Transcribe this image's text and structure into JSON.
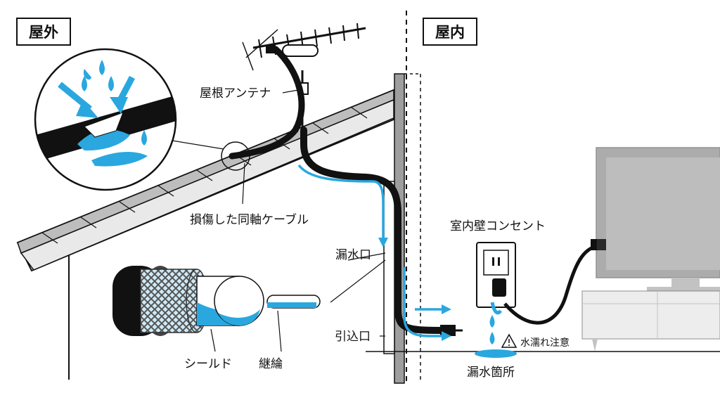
{
  "labels": {
    "outdoor": "屋外",
    "indoor": "屋内",
    "antenna": "屋根アンテナ",
    "damaged_cable": "損傷した同軸ケーブル",
    "leak_inlet": "漏水口",
    "entry_hole": "引込口",
    "wall_outlet": "室内壁コンセント",
    "wet_warning": "水濡れ注意",
    "leak_spot": "漏水箇所",
    "shield": "シールド",
    "core_wire": "継綸"
  },
  "colors": {
    "water": "#2aa7df",
    "cable": "#111111",
    "roof_fill": "#bdbdbd",
    "wall_fill": "#9e9e9e",
    "furniture": "#dcdcdc",
    "tv_screen": "#4a4a4a"
  },
  "icons": {
    "warning": "warning-triangle-icon"
  }
}
